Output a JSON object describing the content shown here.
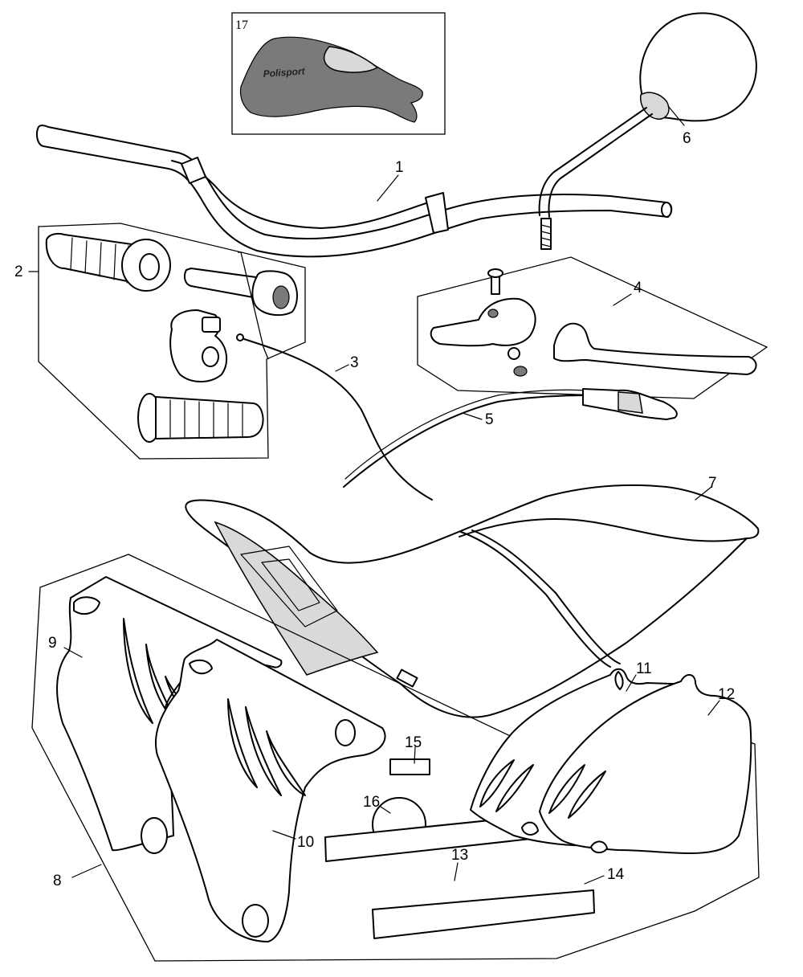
{
  "diagram": {
    "background": "#ffffff",
    "ink_color": "#000000",
    "callouts": [
      {
        "id": "1",
        "label": "1"
      },
      {
        "id": "2",
        "label": "2"
      },
      {
        "id": "3",
        "label": "3"
      },
      {
        "id": "4",
        "label": "4"
      },
      {
        "id": "5",
        "label": "5"
      },
      {
        "id": "6",
        "label": "6"
      },
      {
        "id": "7",
        "label": "7"
      },
      {
        "id": "8",
        "label": "8"
      },
      {
        "id": "9",
        "label": "9"
      },
      {
        "id": "10",
        "label": "10"
      },
      {
        "id": "11",
        "label": "11"
      },
      {
        "id": "12",
        "label": "12"
      },
      {
        "id": "13",
        "label": "13"
      },
      {
        "id": "14",
        "label": "14"
      },
      {
        "id": "15",
        "label": "15"
      },
      {
        "id": "16",
        "label": "16"
      }
    ],
    "inset": {
      "label": "17",
      "logo_text": "Polisport"
    }
  }
}
